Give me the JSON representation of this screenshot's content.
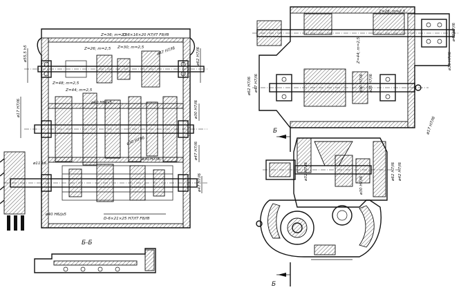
{
  "view_left": {
    "section_label": "Б-Б",
    "callouts": [
      "Z=36; m=2,5",
      "D-6×16×20 H7/f7 F8/f8",
      "Z=30; m=2,5",
      "Z=26; m=2,5",
      "Z=48; m=2,5",
      "Z=44; m=2,5",
      "ø47 H7/l6",
      "ø55,5 h5",
      "ø17 H7/l6",
      "ø62 H7/l6",
      "ø40 H6/js5",
      "ø30 H7/l6",
      "ø11 k6",
      "ø30 H7/l6",
      "ø47 H7/l6",
      "ø47 H7/l6",
      "ø40 H6/js5",
      "D-6×21×25 H7/f7 F8/f8",
      "ø30 H7/l6"
    ]
  },
  "view_right_top": {
    "callouts": [
      "Z=26; m=2,5",
      "ø47 H7/l6",
      "Z=44; m=2,5",
      "ø62 H7/l6",
      "ø47 H7/l6",
      "ø30 H7/l6",
      "ø25 H7/l6",
      "ø17 H7/l6",
      "ø16 H7/l6"
    ]
  },
  "view_right_bottom": {
    "section_markers": [
      "Б",
      "Б"
    ],
    "callouts": [
      "ø32 H7/l6",
      "ø62 H7/l6",
      "ø42 H7/l6",
      "ø30 H7/l6"
    ]
  }
}
